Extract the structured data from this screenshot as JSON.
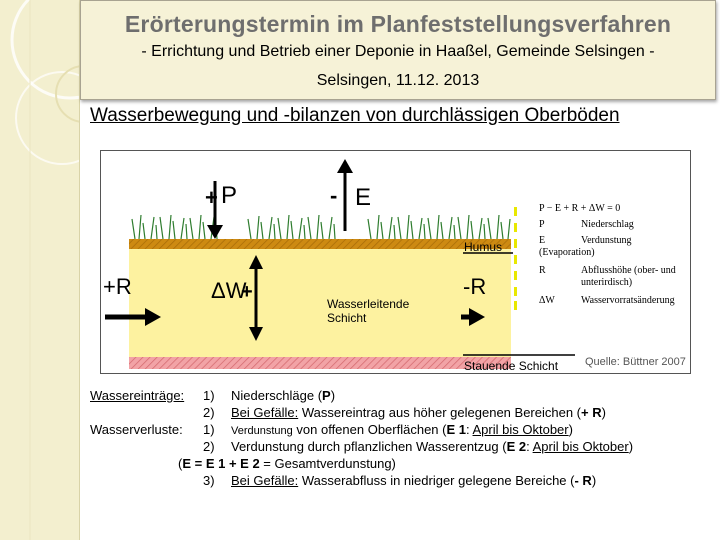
{
  "header": {
    "title": "Erörterungstermin im Planfeststellungsverfahren",
    "subtitle": "- Errichtung und Betrieb einer Deponie in Haaßel, Gemeinde Selsingen -",
    "place_date": "Selsingen, 11.12. 2013"
  },
  "heading": "Wasserbewegung und -bilanzen von durchlässigen Oberböden",
  "diagram": {
    "labels": {
      "p": "P",
      "e": "E",
      "r_left": "+R",
      "r_right": "-R",
      "delta_w": "ΔW",
      "humus": "Humus",
      "wasserleitend": "Wasserleitende Schicht",
      "stauend": "Stauende Schicht",
      "quelle": "Quelle: Büttner 2007"
    },
    "legend": {
      "equation": "P − E + R + ΔW = 0",
      "rows": [
        {
          "sym": "P",
          "desc": "Niederschlag"
        },
        {
          "sym": "E",
          "desc": "Verdunstung"
        },
        {
          "sym": "",
          "desc": "(Evaporation)"
        },
        {
          "sym": "R",
          "desc": "Abflusshöhe (ober- und"
        },
        {
          "sym": "",
          "desc": "unterirdisch)"
        },
        {
          "sym": "ΔW",
          "desc": "Wasservorratsänderung"
        }
      ]
    },
    "colors": {
      "humus": "#cd8a12",
      "wasserleitend": "#fdf2a0",
      "stauend": "#f2a3a6",
      "grass": "#2f7d2f",
      "legend_marker": "#e8e800"
    }
  },
  "bottom": {
    "eintraege_label": "Wassereinträge:",
    "verluste_label": "Wasserverluste:",
    "n1": "1)",
    "n2": "2)",
    "n3": "3)",
    "e1_a": "Niederschläge (",
    "e1_b": "P",
    "e1_c": ")",
    "e2_a": "Bei Gefälle:",
    "e2_b": " Wassereintrag aus höher gelegenen Bereichen (",
    "e2_c": "+ R",
    "e2_d": ")",
    "v1_a": "Verdunstung",
    "v1_b": " von offenen Oberflächen (",
    "v1_c": "E 1",
    "v1_d": ":  ",
    "v1_e": "April bis Oktober",
    "v1_f": ")",
    "v2_a": "Verdunstung durch pflanzlichen Wasserentzug (",
    "v2_b": "E 2",
    "v2_c": ":  ",
    "v2_d": "April bis Oktober",
    "v2_e": ")",
    "sum_a": "(",
    "sum_b": "E = E 1 + E 2",
    "sum_c": " = Gesamtverdunstung)",
    "v3_a": "Bei Gefälle:",
    "v3_b": " Wasserabfluss in niedriger gelegene Bereiche (",
    "v3_c": "- R",
    "v3_d": ")"
  }
}
